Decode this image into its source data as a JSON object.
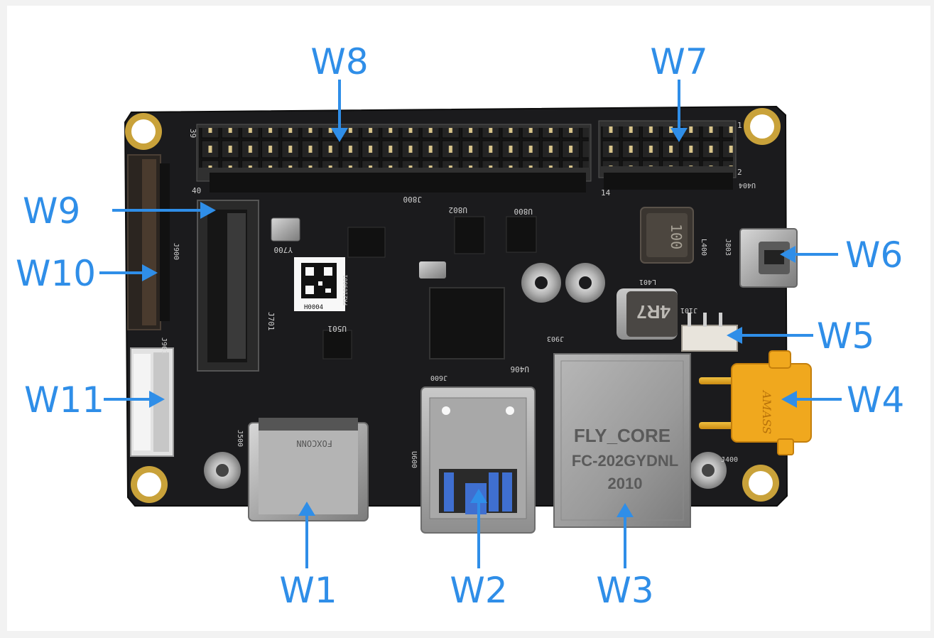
{
  "labels": {
    "w1": "W1",
    "w2": "W2",
    "w3": "W3",
    "w4": "W4",
    "w5": "W5",
    "w6": "W6",
    "w7": "W7",
    "w8": "W8",
    "w9": "W9",
    "w10": "W10",
    "w11": "W11"
  },
  "board_text": {
    "rj45_line1": "FLY_CORE",
    "rj45_line2": "FC-202GYDNL",
    "rj45_line3": "2010",
    "inductor_large": "100",
    "inductor_small": "4R7",
    "qr_caption": "H0004",
    "qr_side": "PR2109001",
    "hdmi_brand": "FOXCONN",
    "xt30_brand": "AMASS",
    "ref_j800": "J800",
    "ref_u802": "U802",
    "ref_u800": "U800",
    "ref_j701": "J701",
    "ref_y700": "Y700",
    "ref_u501": "U501",
    "ref_j900": "J900",
    "ref_j901": "J901",
    "ref_j500": "J500",
    "ref_u600": "U600",
    "ref_j600": "J600",
    "ref_u406": "U406",
    "ref_j903": "J903",
    "ref_j101": "J101",
    "ref_l401": "L401",
    "ref_l400": "L400",
    "ref_j803": "J803",
    "ref_u404": "U404",
    "ref_j400": "J400",
    "pin_39": "39",
    "pin_40": "40",
    "pin_1": "1",
    "pin_2": "2",
    "pin_14": "14"
  },
  "colors": {
    "callout": "#2f8ee8",
    "pcb": "#1b1b1d",
    "background": "#f2f2f2"
  }
}
